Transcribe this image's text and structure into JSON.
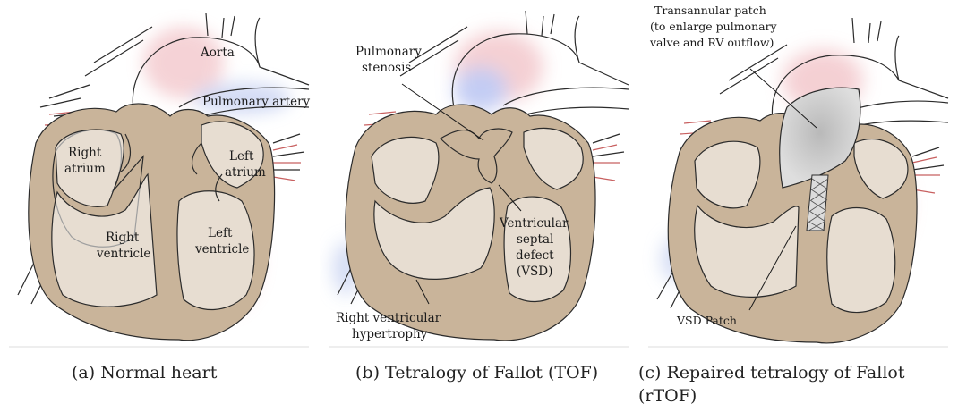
{
  "panels": {
    "a": {
      "caption": "(a) Normal heart",
      "labels": {
        "aorta": "Aorta",
        "pulmonary_artery": "Pulmonary artery",
        "right_atrium_1": "Right",
        "right_atrium_2": "atrium",
        "left_atrium_1": "Left",
        "left_atrium_2": "atrium",
        "right_ventricle_1": "Right",
        "right_ventricle_2": "ventricle",
        "left_ventricle_1": "Left",
        "left_ventricle_2": "ventricle"
      }
    },
    "b": {
      "caption": "(b) Tetralogy of Fallot (TOF)",
      "labels": {
        "pulmonary_stenosis_1": "Pulmonary",
        "pulmonary_stenosis_2": "stenosis",
        "vsd_1": "Ventricular",
        "vsd_2": "septal",
        "vsd_3": "defect",
        "vsd_4": "(VSD)",
        "rvh_1": "Right ventricular",
        "rvh_2": "hypertrophy"
      }
    },
    "c": {
      "caption_line1": "(c) Repaired tetralogy of Fallot",
      "caption_line2": "(rTOF)",
      "labels": {
        "patch_1": "Transannular patch",
        "patch_2": "(to enlarge pulmonary",
        "patch_3": "valve and RV outflow)",
        "vsd_patch": "VSD Patch"
      }
    }
  },
  "colors": {
    "muscle": "#c9b49a",
    "outline": "#2b2b2b",
    "oxygenated": "#f2c4c8",
    "deoxygenated": "#c2cef0",
    "patch": "#c4c4c4"
  }
}
